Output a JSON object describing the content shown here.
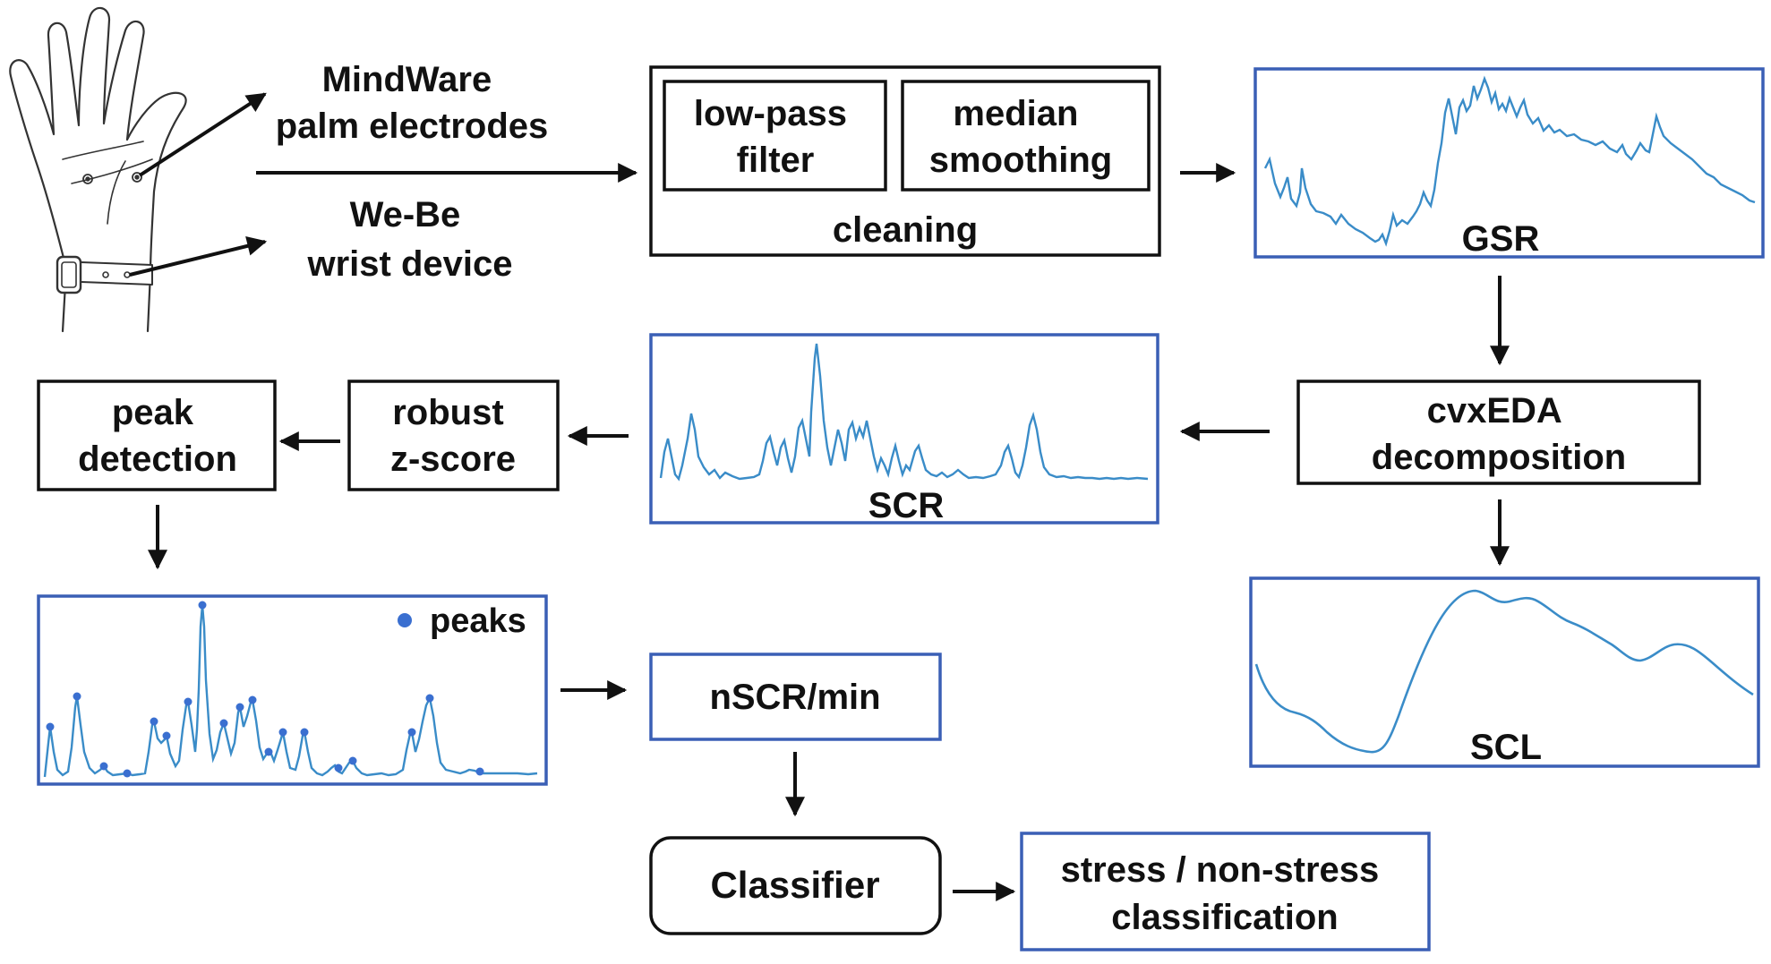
{
  "colors": {
    "line": "#3a8cc8",
    "frame": "#3a5fb5",
    "box": "#111111",
    "peak": "#3a6fd0"
  },
  "input": {
    "palm_label": [
      "MindWare",
      "palm electrodes"
    ],
    "wrist_label": [
      "We-Be",
      "wrist device"
    ]
  },
  "cleaning": {
    "lowpass": [
      "low-pass",
      "filter"
    ],
    "median": [
      "median",
      "smoothing"
    ],
    "title": "cleaning"
  },
  "gsr": {
    "label": "GSR"
  },
  "cvxeda": {
    "label": [
      "cvxEDA",
      "decomposition"
    ]
  },
  "scr": {
    "label": "SCR"
  },
  "scl": {
    "label": "SCL"
  },
  "zscore": {
    "label": [
      "robust",
      "z-score"
    ]
  },
  "peakdet": {
    "label": [
      "peak",
      "detection"
    ]
  },
  "peaks_plot": {
    "legend": "peaks"
  },
  "nscr": {
    "label": "nSCR/min"
  },
  "classifier": {
    "label": "Classifier"
  },
  "output": {
    "label": [
      "stress / non-stress",
      "classification"
    ]
  }
}
